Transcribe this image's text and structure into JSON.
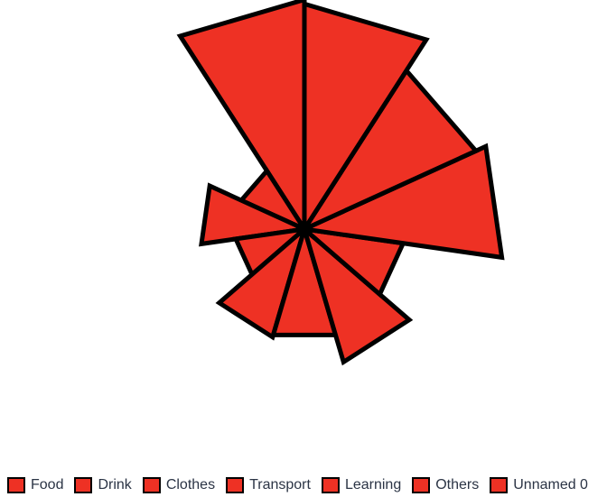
{
  "chart_data": {
    "type": "polar-area",
    "categories": [
      "",
      "",
      "",
      "",
      "",
      "",
      "",
      "",
      "",
      "",
      ""
    ],
    "values": [
      10.6,
      3.2,
      4.8,
      3.2,
      5.2,
      5.1,
      6.4,
      4.6,
      9.2,
      8.7,
      10.4
    ],
    "fill_color": "#EE3124",
    "stroke_color": "#000000",
    "legend": [
      "Food",
      "Drink",
      "Clothes",
      "Transport",
      "Learning",
      "Others",
      "Unnamed 0"
    ],
    "legend_position": "bottom-left",
    "grid": false
  }
}
